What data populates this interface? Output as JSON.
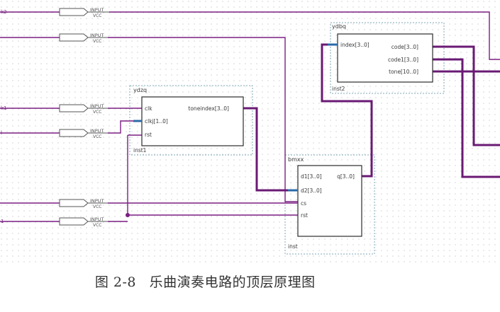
{
  "caption": {
    "figure_no": "图 2-8",
    "title": "乐曲演奏电路的顶层原理图"
  },
  "colors": {
    "wire": "#7a1f82",
    "bus": "#6a1a74",
    "block_border": "#2b2b2b",
    "group_border": "#7fa8b8",
    "pin_stub": "#2a6aa8",
    "grid_dot": "#b8b8b8",
    "text": "#3a3a3a"
  },
  "input_symbols": {
    "label": "INPUT",
    "sublabel": "VCC",
    "port_edge_labels": [
      "k2",
      "",
      "k1",
      "l",
      "",
      "1"
    ]
  },
  "blocks": [
    {
      "id": "ydbq",
      "type_label": "ydbq",
      "instance_label": "inst2",
      "inputs": [
        "index[3..0]"
      ],
      "outputs": [
        "code[3..0]",
        "code1[3..0]",
        "tone[10..0]"
      ]
    },
    {
      "id": "ydzq",
      "type_label": "ydzq",
      "instance_label": "inst1",
      "inputs": [
        "clk",
        "clkj[1..0]",
        "rst"
      ],
      "outputs": [
        "toneindex[3..0]"
      ]
    },
    {
      "id": "bmxx",
      "type_label": "bmxx",
      "instance_label": "inst",
      "inputs": [
        "d1[3..0]",
        "d2[3..0]",
        "cs",
        "rst"
      ],
      "outputs": [
        "q[3..0]"
      ]
    }
  ]
}
